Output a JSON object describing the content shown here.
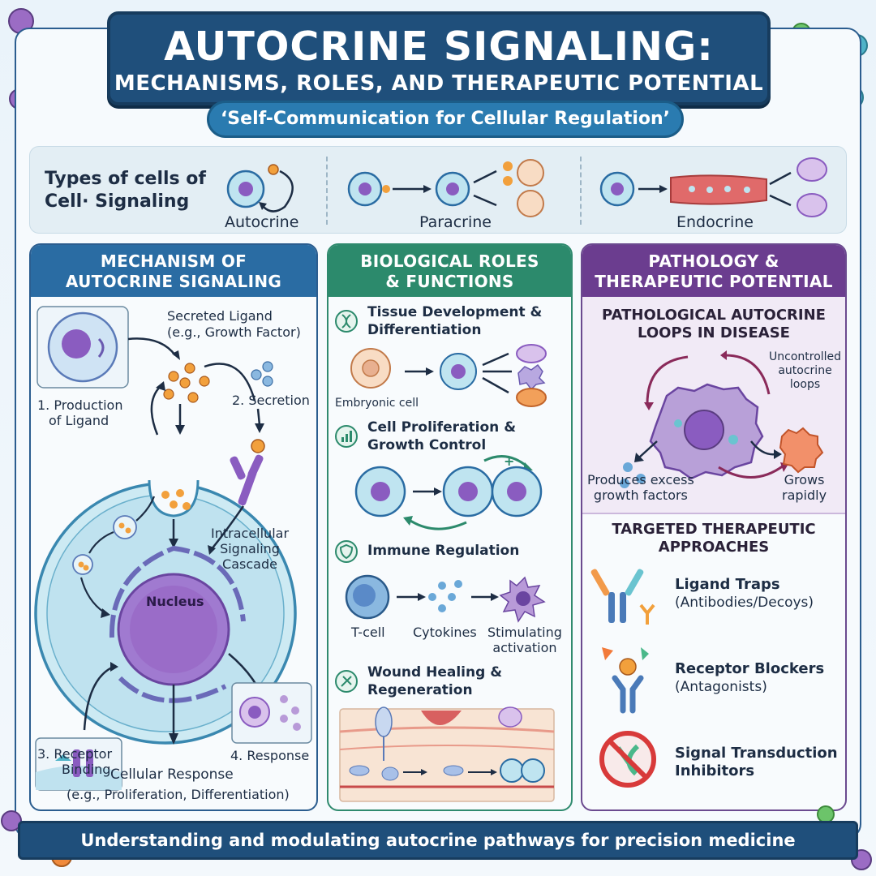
{
  "header": {
    "title": "AUTOCRINE SIGNALING:",
    "subtitle": "MECHANISMS, ROLES, AND THERAPEUTIC POTENTIAL",
    "tagline": "‘Self-Communication for Cellular Regulation’"
  },
  "types": {
    "label_line1": "Types of cells of",
    "label_line2": "Cell· Signaling",
    "autocrine": "Autocrine",
    "paracrine": "Paracrine",
    "endocrine": "Endocrine"
  },
  "mechanism": {
    "heading_line1": "MECHANISM OF",
    "heading_line2": "AUTOCRINE SIGNALING",
    "secreted_ligand": "Secreted Ligand",
    "secreted_ligand_eg": "(e.g., Growth Factor)",
    "step1_line1": "1. Production",
    "step1_line2": "of Ligand",
    "step2": "2. Secretion",
    "intracellular_line1": "Intracellular",
    "intracellular_line2": "Signaling",
    "intracellular_line3": "Cascade",
    "nucleus": "Nucleus",
    "step3_line1": "3. Receptor",
    "step3_line2": "Binding",
    "step4": "4. Response",
    "cellular_response": "Cellular Response",
    "cellular_response_eg": "(e.g., Proliferation, Differentiation)"
  },
  "roles": {
    "heading_line1": "BIOLOGICAL ROLES",
    "heading_line2": "& FUNCTIONS",
    "tissue_line1": "Tissue Development &",
    "tissue_line2": "Differentiation",
    "embryonic": "Embryonic cell",
    "prolif_line1": "Cell Proliferation &",
    "prolif_line2": "Growth Control",
    "immune": "Immune Regulation",
    "tcell": "T-cell",
    "cytokines": "Cytokines",
    "stim_line1": "Stimulating",
    "stim_line2": "activation",
    "wound_line1": "Wound Healing &",
    "wound_line2": "Regeneration"
  },
  "pathology": {
    "heading_line1": "PATHOLOGY &",
    "heading_line2": "THERAPEUTIC POTENTIAL",
    "loops_line1": "PATHOLOGICAL AUTOCRINE",
    "loops_line2": "LOOPS IN DISEASE",
    "uncontrolled_line1": "Uncontrolled",
    "uncontrolled_line2": "autocrine",
    "uncontrolled_line3": "loops",
    "produces_line1": "Produces excess",
    "produces_line2": "growth factors",
    "grows_line1": "Grows",
    "grows_line2": "rapidly",
    "targeted_line1": "TARGETED THERAPEUTIC",
    "targeted_line2": "APPROACHES",
    "traps": "Ligand Traps",
    "traps_sub": "(Antibodies/Decoys)",
    "blockers": "Receptor Blockers",
    "blockers_sub": "(Antagonists)",
    "sti_line1": "Signal Transduction",
    "sti_line2": "Inhibitors"
  },
  "footer": {
    "text": "Understanding and modulating autocrine pathways for precision medicine"
  }
}
